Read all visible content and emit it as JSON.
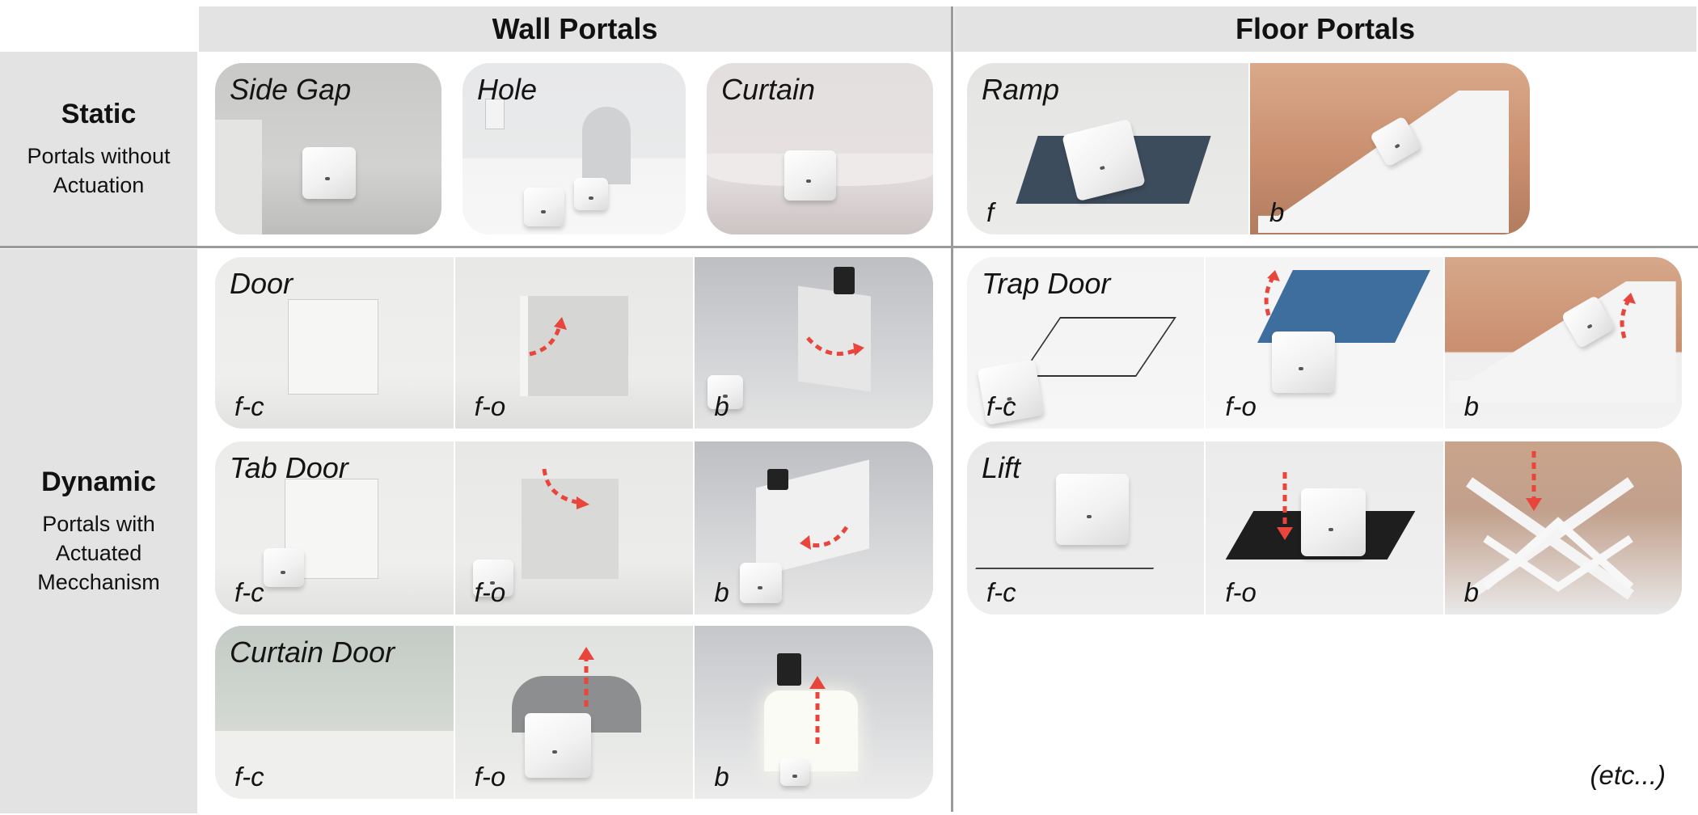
{
  "columns": {
    "wall": "Wall Portals",
    "floor": "Floor Portals"
  },
  "rows": {
    "static": {
      "title": "Static",
      "subtitle": "Portals without Actuation"
    },
    "dynamic": {
      "title": "Dynamic",
      "subtitle": "Portals with Actuated Mecchanism"
    }
  },
  "static_wall": [
    {
      "title": "Side Gap"
    },
    {
      "title": "Hole"
    },
    {
      "title": "Curtain"
    }
  ],
  "static_floor": {
    "title": "Ramp",
    "views": [
      "f",
      "b"
    ]
  },
  "dynamic_wall": [
    {
      "title": "Door",
      "views": [
        "f-c",
        "f-o",
        "b"
      ]
    },
    {
      "title": "Tab Door",
      "views": [
        "f-c",
        "f-o",
        "b"
      ]
    },
    {
      "title": "Curtain Door",
      "views": [
        "f-c",
        "f-o",
        "b"
      ]
    }
  ],
  "dynamic_floor": [
    {
      "title": "Trap Door",
      "views": [
        "f-c",
        "f-o",
        "b"
      ]
    },
    {
      "title": "Lift",
      "views": [
        "f-c",
        "f-o",
        "b"
      ]
    }
  ],
  "footer_note": "(etc...)",
  "colors": {
    "header_bg": "#e3e3e3",
    "arrow": "#e8453c",
    "divider": "#9b9b9b"
  }
}
